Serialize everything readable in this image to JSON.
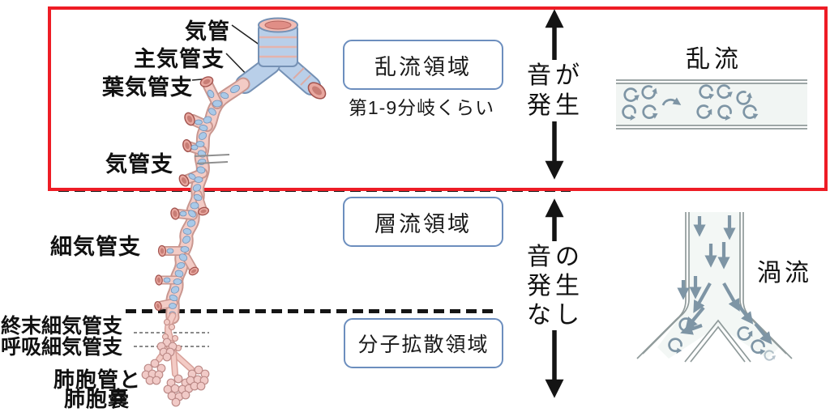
{
  "diagram": {
    "anatomy_labels": {
      "trachea": "気管",
      "main_bronchus": "主気管支",
      "lobar_bronchus": "葉気管支",
      "bronchus": "気管支",
      "bronchiole": "細気管支",
      "terminal_bronchiole": "終末細気管支",
      "respiratory_bronchiole": "呼吸細気管支",
      "alveolar_line1": "肺胞管と",
      "alveolar_line2": "肺胞嚢"
    },
    "regions": {
      "turbulent": {
        "label": "乱流領域",
        "note": "第1-9分岐くらい"
      },
      "laminar": {
        "label": "層流領域"
      },
      "diffusion": {
        "label": "分子拡散領域"
      }
    },
    "sound": {
      "present_line1": "音が",
      "present_line2": "発生",
      "absent_line1": "音の",
      "absent_line2": "発生",
      "absent_line3": "なし"
    },
    "flow_illustrations": {
      "turbulent_label": "乱流",
      "vortex_label": "渦流"
    },
    "colors": {
      "highlight_red": "#ee1c25",
      "box_border_blue": "#6c8ebe",
      "airway_blue": "#a9c9e8",
      "airway_pink": "#f3cbc5",
      "flow_arrow_slate": "#7e95a5",
      "text_black": "#151515"
    }
  }
}
